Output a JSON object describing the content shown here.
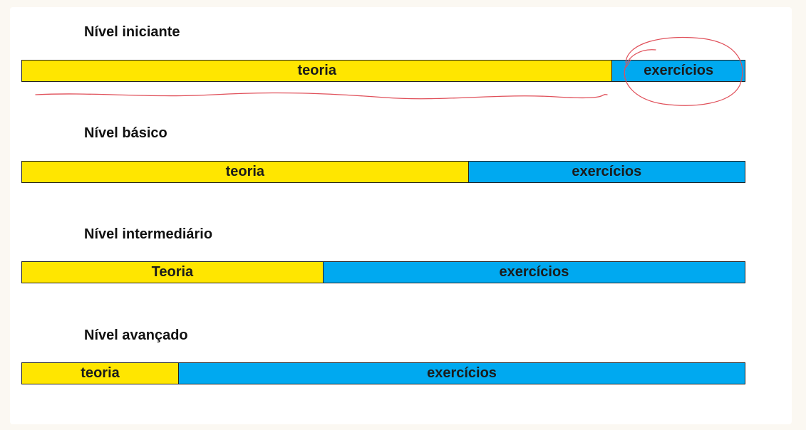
{
  "colors": {
    "teoria": "#ffe600",
    "exercicios": "#00a9f0",
    "annotation": "#e0505a"
  },
  "levels": [
    {
      "title": "Nível iniciante",
      "teoria_label": "teoria",
      "exercicios_label": "exercícios",
      "teoria_share": 0.817
    },
    {
      "title": "Nível básico",
      "teoria_label": "teoria",
      "exercicios_label": "exercícios",
      "teoria_share": 0.618
    },
    {
      "title": "Nível intermediário",
      "teoria_label": "Teoria",
      "exercicios_label": "exercícios",
      "teoria_share": 0.417
    },
    {
      "title": "Nível avançado",
      "teoria_label": "teoria",
      "exercicios_label": "exercícios",
      "teoria_share": 0.217
    }
  ]
}
